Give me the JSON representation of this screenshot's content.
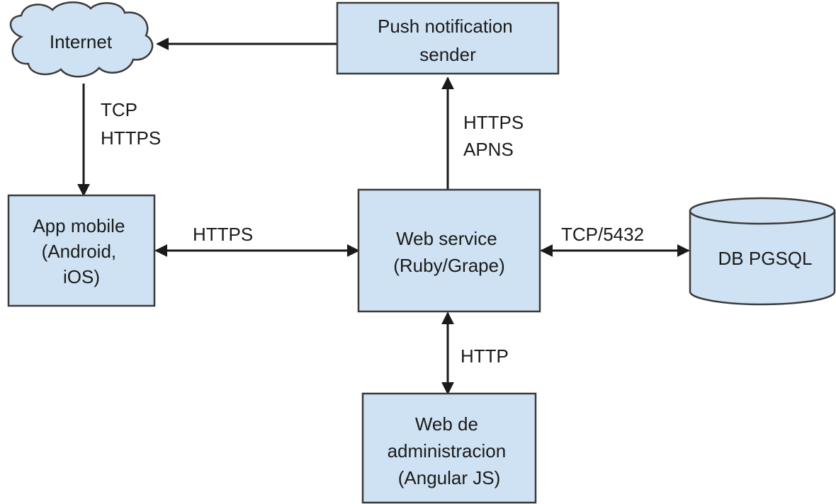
{
  "colors": {
    "box_fill": "#cfe2f3",
    "outline": "#3a3a3a",
    "arrow": "#1a1a1a"
  },
  "nodes": {
    "internet": {
      "label": "Internet",
      "shape": "cloud"
    },
    "push": {
      "lines": [
        "Push notification",
        "sender"
      ]
    },
    "app": {
      "lines": [
        "App mobile",
        "(Android,",
        "iOS)"
      ]
    },
    "web_service": {
      "lines": [
        "Web service",
        "(Ruby/Grape)"
      ]
    },
    "db": {
      "label": "DB PGSQL",
      "shape": "cylinder"
    },
    "admin": {
      "lines": [
        "Web de",
        "administracion",
        "(Angular JS)"
      ]
    }
  },
  "edges": {
    "internet_app": {
      "lines": [
        "TCP",
        "HTTPS"
      ]
    },
    "ws_push": {
      "lines": [
        "HTTPS",
        "APNS"
      ]
    },
    "app_ws": {
      "label": "HTTPS"
    },
    "ws_db": {
      "label": "TCP/5432"
    },
    "ws_admin": {
      "label": "HTTP"
    }
  }
}
